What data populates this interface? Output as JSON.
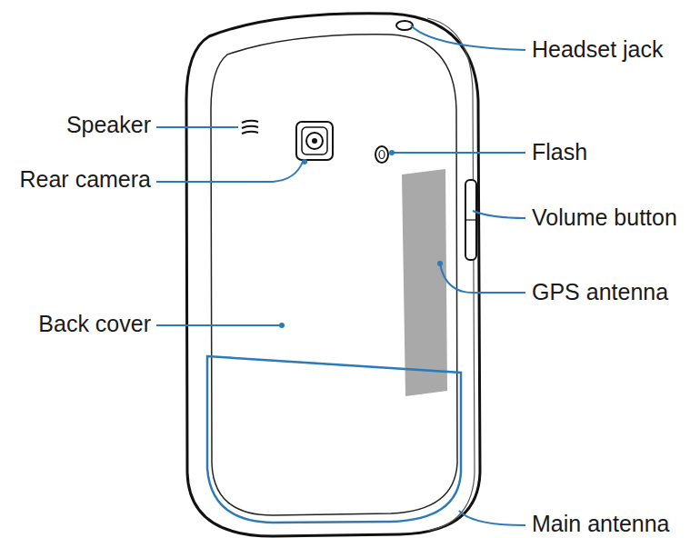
{
  "diagram": {
    "labels": [
      "Headset jack",
      "Speaker",
      "Flash",
      "Rear camera",
      "Volume button",
      "GPS antenna",
      "Back cover",
      "Main antenna"
    ]
  }
}
